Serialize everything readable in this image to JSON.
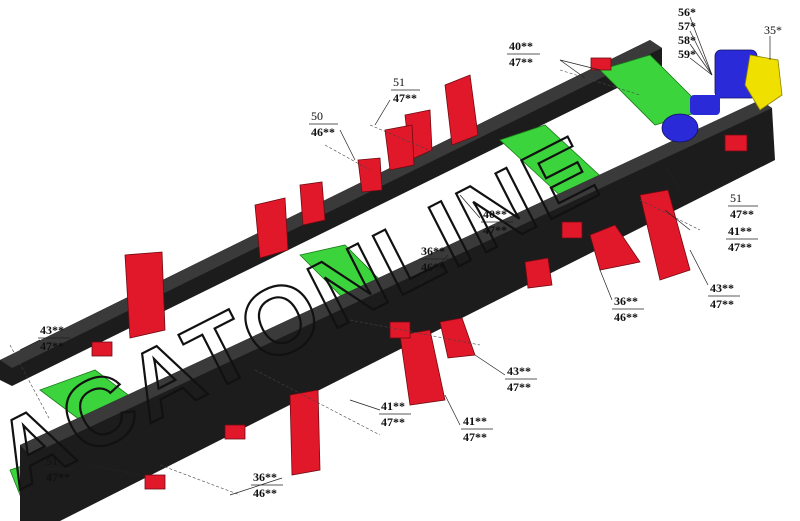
{
  "watermark": "ACATONLINE",
  "colors": {
    "frame": "#1c1c1c",
    "frame_top": "#3a3a3a",
    "crossmember": "#3cd43c",
    "bracket": "#e0182a",
    "pump": "#2a2ad8",
    "tank": "#f0e000",
    "bolt": "#d9b98a"
  },
  "callouts": [
    {
      "id": "c-56",
      "top": "56*",
      "bottom": ""
    },
    {
      "id": "c-57",
      "top": "57*",
      "bottom": ""
    },
    {
      "id": "c-58",
      "top": "58*",
      "bottom": ""
    },
    {
      "id": "c-59",
      "top": "59*",
      "bottom": ""
    },
    {
      "id": "c-35",
      "top": "35*",
      "bottom": ""
    },
    {
      "id": "c-40a",
      "top": "40**",
      "bottom": "47**"
    },
    {
      "id": "c-51a",
      "top": "51",
      "bottom": "47**"
    },
    {
      "id": "c-50",
      "top": "50",
      "bottom": "46**"
    },
    {
      "id": "c-40b",
      "top": "40**",
      "bottom": "47**"
    },
    {
      "id": "c-51b",
      "top": "51",
      "bottom": "47**"
    },
    {
      "id": "c-41a",
      "top": "41**",
      "bottom": "47**"
    },
    {
      "id": "c-36a",
      "top": "36**",
      "bottom": "46**"
    },
    {
      "id": "c-43a",
      "top": "43**",
      "bottom": "47**"
    },
    {
      "id": "c-36b",
      "top": "36**",
      "bottom": "46**"
    },
    {
      "id": "c-43b",
      "top": "43**",
      "bottom": "47**"
    },
    {
      "id": "c-43c",
      "top": "43**",
      "bottom": "47**"
    },
    {
      "id": "c-41b",
      "top": "41**",
      "bottom": "47**"
    },
    {
      "id": "c-41c",
      "top": "41**",
      "bottom": "47**"
    },
    {
      "id": "c-51c",
      "top": "51",
      "bottom": "47**"
    },
    {
      "id": "c-36c",
      "top": "36**",
      "bottom": "46**"
    }
  ]
}
